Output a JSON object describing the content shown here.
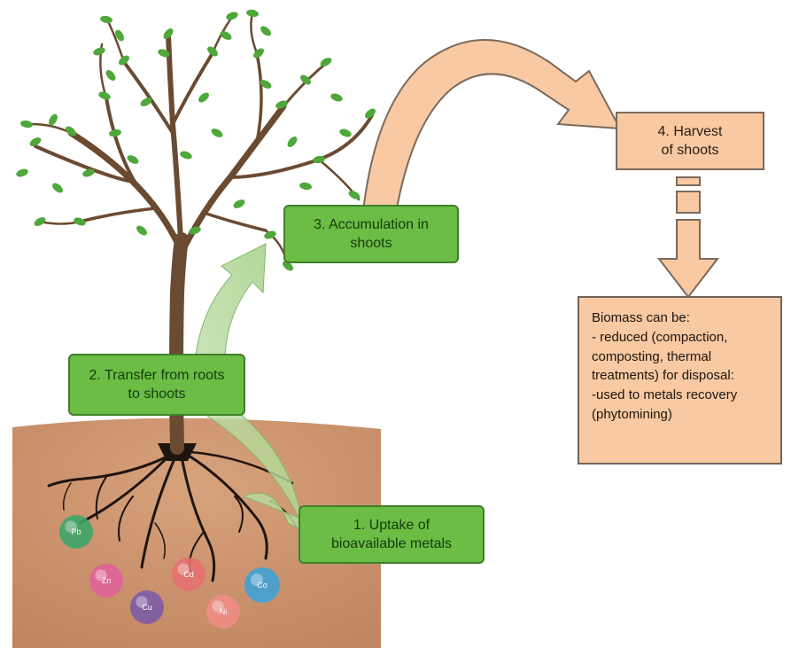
{
  "steps": {
    "uptake": [
      "1. Uptake of",
      "bioavailable metals"
    ],
    "transfer": [
      "2. Transfer from roots",
      "to shoots"
    ],
    "accumulation": [
      "3. Accumulation in",
      "shoots"
    ],
    "harvest": [
      "4. Harvest",
      "of shoots"
    ]
  },
  "biomass": {
    "lines": [
      "Biomass can be:",
      "- reduced (compaction,",
      "composting, thermal",
      "treatments) for disposal:",
      "-used to metals recovery",
      "(phytomining)"
    ]
  },
  "ions": [
    {
      "label": "Pb",
      "color": "#3aa66a"
    },
    {
      "label": "Zn",
      "color": "#e0609a"
    },
    {
      "label": "Cd",
      "color": "#e66f6f"
    },
    {
      "label": "Cu",
      "color": "#7a5aa8"
    },
    {
      "label": "Ni",
      "color": "#f08c86"
    },
    {
      "label": "Co",
      "color": "#3ea0d8"
    }
  ],
  "colors": {
    "soil": "#c98f68",
    "trunk": "#6b4a32",
    "leaf": "#4fa83a",
    "green_box": "#6bbd45",
    "peach": "#f8c9a2",
    "transfer_arrow": "#a8d08a"
  }
}
